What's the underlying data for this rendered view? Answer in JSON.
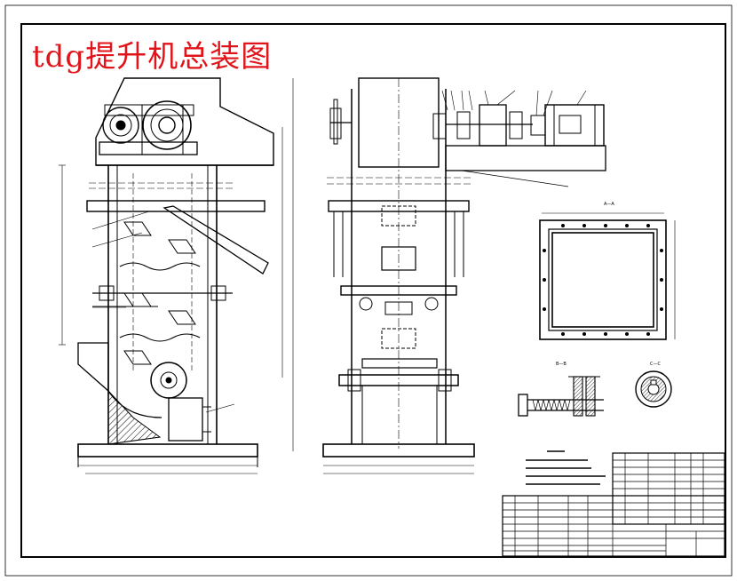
{
  "drawing": {
    "title": "tdg提升机总装图",
    "colors": {
      "title": "#e0141a",
      "line": "#000000",
      "paper": "#ffffff",
      "hatch": "#000000"
    },
    "section_labels": {
      "a": "A—A",
      "b": "B—B",
      "c": "C—C"
    }
  }
}
